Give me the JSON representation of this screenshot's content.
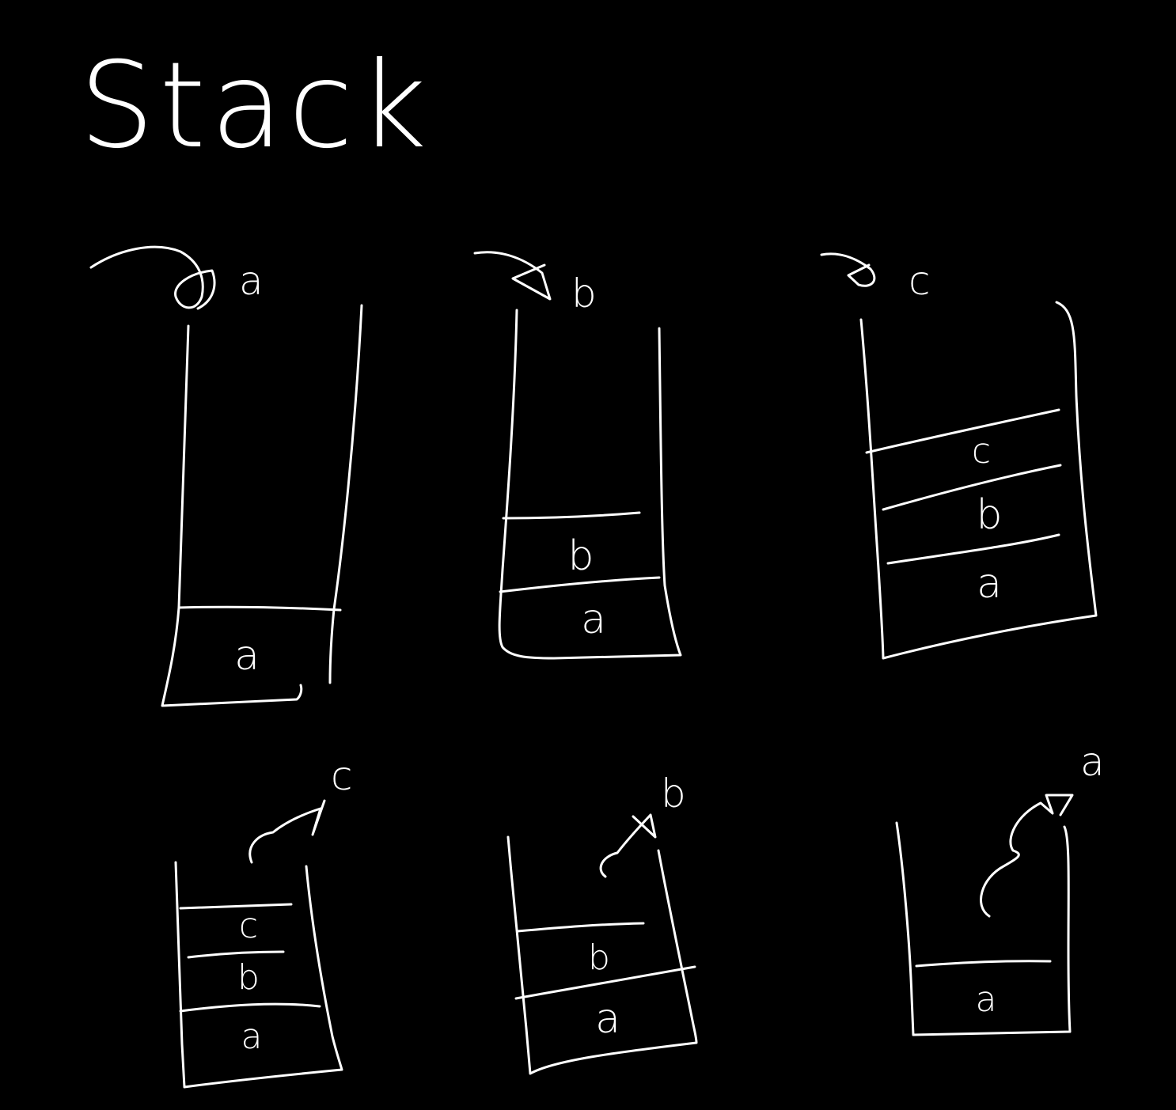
{
  "title": "Stack",
  "push_steps": [
    {
      "label": "a",
      "cells": [
        "a"
      ]
    },
    {
      "label": "b",
      "cells": [
        "b",
        "a"
      ]
    },
    {
      "label": "c",
      "cells": [
        "c",
        "b",
        "a"
      ]
    }
  ],
  "pop_steps": [
    {
      "label": "c",
      "cells": [
        "c",
        "b",
        "a"
      ]
    },
    {
      "label": "b",
      "cells": [
        "b",
        "a"
      ]
    },
    {
      "label": "a",
      "cells": [
        "a"
      ]
    }
  ],
  "colors": {
    "background": "#000000",
    "ink": "#ffffff"
  }
}
